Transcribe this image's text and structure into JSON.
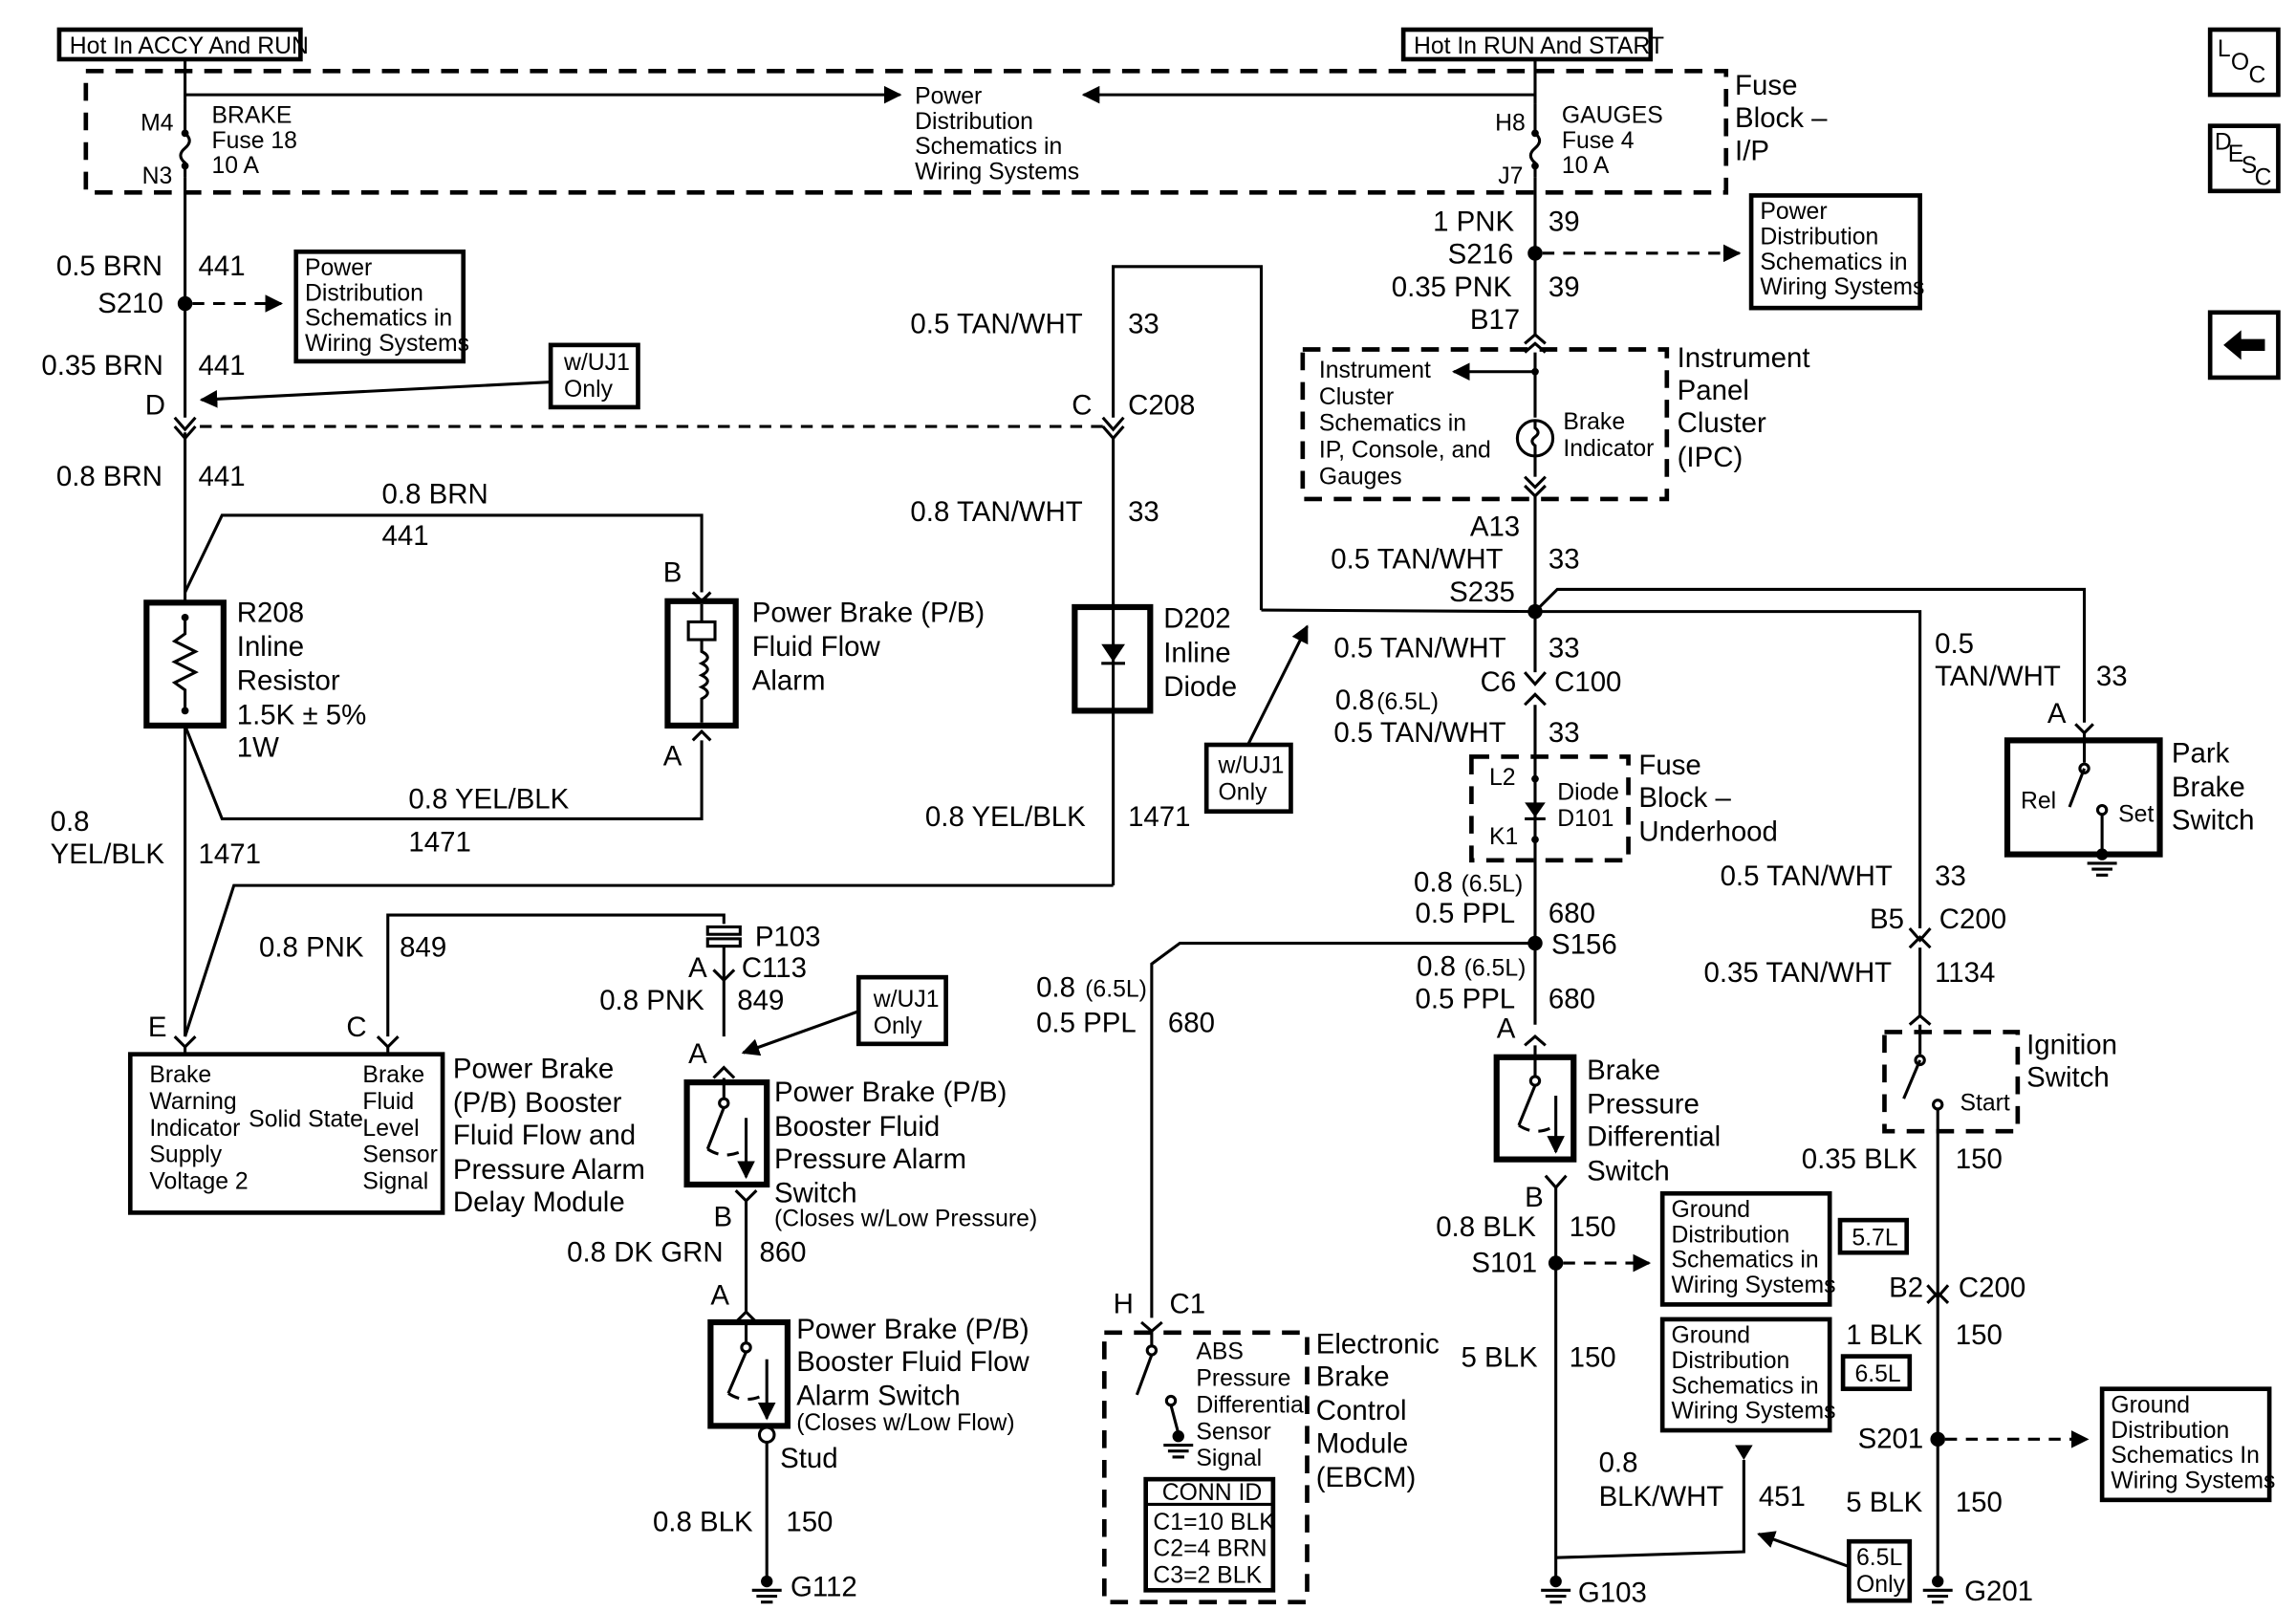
{
  "fuse_block_ip": {
    "hot_accy_run": "Hot In ACCY And RUN",
    "hot_run_start": "Hot In RUN And START",
    "name_1": "Fuse",
    "name_2": "Block –",
    "name_3": "I/P",
    "brake_fuse": {
      "pin_in": "M4",
      "pin_out": "N3",
      "name": "BRAKE",
      "fuse": "Fuse 18",
      "rating": "10 A"
    },
    "gauges_fuse": {
      "pin_in": "H8",
      "pin_out": "J7",
      "name": "GAUGES",
      "fuse": "Fuse 4",
      "rating": "10 A"
    },
    "pd_ref_1": "Power",
    "pd_ref_2": "Distribution",
    "pd_ref_3": "Schematics in",
    "pd_ref_4": "Wiring Systems"
  },
  "refs": {
    "pd_1": "Power",
    "pd_2": "Distribution",
    "pd_3": "Schematics in",
    "pd_4": "Wiring Systems",
    "gd_1": "Ground",
    "gd_2": "Distribution",
    "gd_3": "Schematics in",
    "gd_3b": "Schematics In",
    "gd_4": "Wiring Systems",
    "wuj1_1": "w/UJ1",
    "wuj1_2": "Only",
    "l57": "5.7L",
    "l65": "6.5L",
    "l65_only_1": "6.5L",
    "l65_only_2": "Only"
  },
  "left_wires": {
    "w1_gauge": "0.5 BRN",
    "w1_circ": "441",
    "splice": "S210",
    "w2_gauge": "0.35 BRN",
    "w2_circ": "441",
    "conn_d": "D",
    "w3_gauge": "0.8 BRN",
    "w3_circ": "441",
    "top_gauge": "0.8 BRN",
    "top_circ": "441",
    "bot_gauge": "0.8 YEL/BLK",
    "bot_circ": "1471",
    "w4_gauge_1": "0.8",
    "w4_gauge_2": "YEL/BLK",
    "w4_circ": "1471",
    "pnk_gauge": "0.8 PNK",
    "pnk_circ": "849"
  },
  "resistor": {
    "id": "R208",
    "l1": "Inline",
    "l2": "Resistor",
    "l3": "1.5K ± 5%",
    "l4": "1W"
  },
  "flow_alarm": {
    "pin_b": "B",
    "pin_a": "A",
    "l1": "Power Brake (P/B)",
    "l2": "Fluid Flow",
    "l3": "Alarm"
  },
  "diode": {
    "w1_gauge": "0.5 TAN/WHT",
    "w1_circ": "33",
    "conn_c": "C",
    "conn": "C208",
    "w2_gauge": "0.8 TAN/WHT",
    "w2_circ": "33",
    "id": "D202",
    "l1": "Inline",
    "l2": "Diode",
    "w3_gauge": "0.8 YEL/BLK",
    "w3_circ": "1471"
  },
  "ipc": {
    "w1_gauge": "1 PNK",
    "w1_circ": "39",
    "splice": "S216",
    "w2_gauge": "0.35 PNK",
    "w2_circ": "39",
    "pin_b17": "B17",
    "ref_1": "Instrument",
    "ref_2": "Cluster",
    "ref_3": "Schematics in",
    "ref_4": "IP, Console, and",
    "ref_5": "Gauges",
    "ind_1": "Brake",
    "ind_2": "Indicator",
    "name_1": "Instrument",
    "name_2": "Panel",
    "name_3": "Cluster",
    "name_4": "(IPC)",
    "pin_a13": "A13",
    "w3_gauge": "0.5 TAN/WHT",
    "w3_circ": "33",
    "splice2": "S235"
  },
  "center_wires": {
    "w1_gauge": "0.5 TAN/WHT",
    "w1_circ": "33",
    "conn_c6": "C6",
    "conn_c100": "C100",
    "w2_gauge_a": "0.8",
    "w2_gauge_b": "(6.5L)",
    "w2_gauge_c": "0.5 TAN/WHT",
    "w2_circ": "33",
    "w3_gauge_a": "0.8",
    "w3_gauge_b": "(6.5L)",
    "w3_gauge_c": "0.5 PPL",
    "w3_circ": "680",
    "splice": "S156",
    "w4_gauge_a": "0.8",
    "w4_gauge_b": "(6.5L)",
    "w4_gauge_c": "0.5 PPL",
    "w4_circ": "680",
    "left_gauge_a": "0.8",
    "left_gauge_b": "(6.5L)",
    "left_gauge_c": "0.5 PPL",
    "left_circ": "680"
  },
  "fuse_underhood": {
    "pin_l2": "L2",
    "pin_k1": "K1",
    "diode_1": "Diode",
    "diode_2": "D101",
    "name_1": "Fuse",
    "name_2": "Block –",
    "name_3": "Underhood"
  },
  "park_brake": {
    "w_gauge_1": "0.5",
    "w_gauge_2": "TAN/WHT",
    "w_circ": "33",
    "pin": "A",
    "rel": "Rel",
    "set": "Set",
    "name_1": "Park",
    "name_2": "Brake",
    "name_3": "Switch"
  },
  "ignition": {
    "w1_gauge": "0.5 TAN/WHT",
    "w1_circ": "33",
    "pin_b5": "B5",
    "conn": "C200",
    "w2_gauge": "0.35 TAN/WHT",
    "w2_circ": "1134",
    "start": "Start",
    "name_1": "Ignition",
    "name_2": "Switch",
    "w3_gauge": "0.35 BLK",
    "w3_circ": "150",
    "pin_b2": "B2",
    "conn2": "C200",
    "w4_gauge": "1 BLK",
    "w4_circ": "150",
    "splice": "S201",
    "w5_gauge": "5 BLK",
    "w5_circ": "150",
    "ground": "G201"
  },
  "diff_switch": {
    "pin_a": "A",
    "pin_b": "B",
    "name_1": "Brake",
    "name_2": "Pressure",
    "name_3": "Differential",
    "name_4": "Switch",
    "w1_gauge": "0.8 BLK",
    "w1_circ": "150",
    "splice": "S101",
    "w2_gauge": "5 BLK",
    "w2_circ": "150",
    "ground": "G103",
    "w3_gauge_1": "0.8",
    "w3_gauge_2": "BLK/WHT",
    "w3_circ": "451"
  },
  "delay_module": {
    "pin_e": "E",
    "pin_c": "C",
    "t_l1": "Brake",
    "t_l2": "Warning",
    "t_l3": "Indicator",
    "t_l4": "Supply",
    "t_l5": "Voltage 2",
    "t_mid": "Solid State",
    "t_r1": "Brake",
    "t_r2": "Fluid",
    "t_r3": "Level",
    "t_r4": "Sensor",
    "t_r5": "Signal",
    "name_1": "Power Brake",
    "name_2": "(P/B) Booster",
    "name_3": "Fluid Flow and",
    "name_4": "Pressure Alarm",
    "name_5": "Delay Module"
  },
  "pressure_switch": {
    "p103": "P103",
    "pin_a_c113": "A",
    "c113": "C113",
    "w1_gauge": "0.8 PNK",
    "w1_circ": "849",
    "pin_a": "A",
    "pin_b": "B",
    "name_1": "Power Brake (P/B)",
    "name_2": "Booster Fluid",
    "name_3": "Pressure Alarm",
    "name_4": "Switch",
    "note": "(Closes w/Low Pressure)",
    "w2_gauge": "0.8 DK GRN",
    "w2_circ": "860"
  },
  "flow_switch": {
    "pin_a": "A",
    "name_1": "Power Brake (P/B)",
    "name_2": "Booster Fluid Flow",
    "name_3": "Alarm Switch",
    "note": "(Closes w/Low Flow)",
    "stud": "Stud",
    "w_gauge": "0.8 BLK",
    "w_circ": "150",
    "ground": "G112"
  },
  "ebcm": {
    "pin_h": "H",
    "conn": "C1",
    "s_1": "ABS",
    "s_2": "Pressure",
    "s_3": "Differential",
    "s_4": "Sensor",
    "s_5": "Signal",
    "name_1": "Electronic",
    "name_2": "Brake",
    "name_3": "Control",
    "name_4": "Module",
    "name_5": "(EBCM)",
    "conn_id": "CONN ID",
    "c1": "C1=10 BLK",
    "c2": "C2=4 BRN",
    "c3": "C3=2 BLK"
  },
  "nav": {
    "loc_l": "L",
    "loc_o": "O",
    "loc_c": "C",
    "desc_d": "D",
    "desc_e": "E",
    "desc_s": "S",
    "desc_c": "C"
  }
}
